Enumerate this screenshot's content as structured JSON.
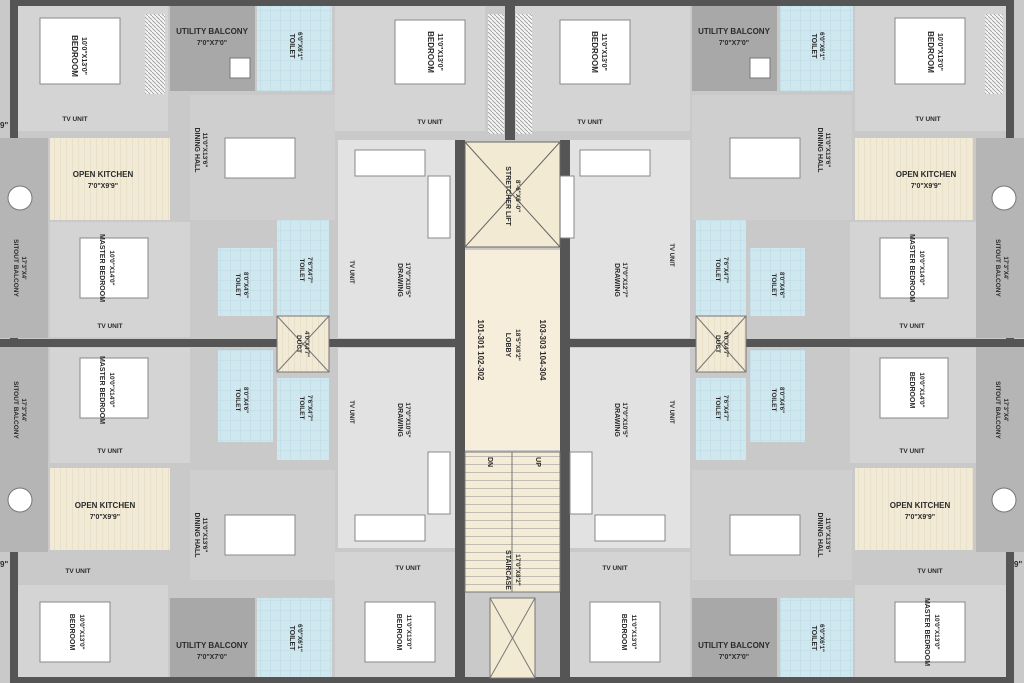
{
  "rooms": {
    "bedroom_10x13": "BEDROOM",
    "bedroom_10x13_dim": "10'0\"X13'0\"",
    "bedroom_11x13": "BEDROOM",
    "bedroom_11x13_dim": "11'0\"X13'0\"",
    "master_bedroom": "MASTER BEDROOM",
    "master_bedroom_dim": "10'0\"X14'0\"",
    "master_bedroom_13_dim": "10'0\"X13'0\"",
    "bedroom_10x14_dim": "10'0\"X14'0\"",
    "utility_balcony": "UTILITY BALCONY",
    "utility_balcony_dim": "7'0\"X7'0\"",
    "toilet": "TOILET",
    "toilet_6x6_dim": "6'0\"X6'1\"",
    "toilet_8x6_dim": "8'0\"X4'6\"",
    "toilet_7x4_dim": "7'6\"X4'7\"",
    "dining_hall": "DINING HALL",
    "dining_hall_dim": "11'0\"X13'6\"",
    "open_kitchen": "OPEN KITCHEN",
    "open_kitchen_dim": "7'0\"X9'9\"",
    "drawing": "DRAWING",
    "drawing_dim_a": "17'0\"X10'5\"",
    "drawing_dim_b": "17'0\"X12'7\"",
    "sitout_balcony": "SITOUT BALCONY",
    "sitout_dim": "17'3\"X4'",
    "duct": "DUCT",
    "duct_dim": "4'0\"X4'7\"",
    "stretcher_lift": "STRETCHER LIFT",
    "lift_dim": "8'-6\"X6'-0\"",
    "lobby": "LOBBY",
    "lobby_dim": "18'5\"X8'2\"",
    "staircase": "STAIRCASE",
    "staircase_dim": "17'0\"X8'2\"",
    "tv_unit": "TV UNIT",
    "up": "UP",
    "dn": "DN",
    "flats_left": "101-301  102-302",
    "flats_right": "103-303  104-304",
    "edge_mark": "9\""
  }
}
